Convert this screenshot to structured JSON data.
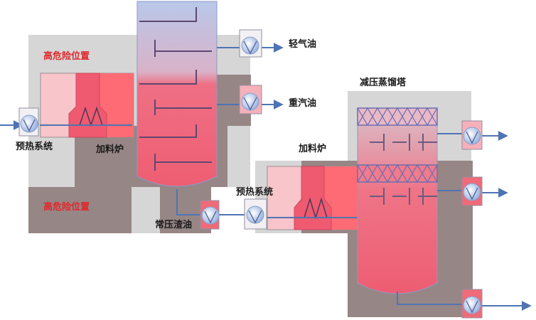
{
  "labels": {
    "danger_zone_1": "高危险位置",
    "danger_zone_2": "高危险位置",
    "preheat_1": "预热系统",
    "furnace_1": "加料炉",
    "light_oil": "轻气油",
    "heavy_oil": "重汽油",
    "atm_residue": "常压渣油",
    "preheat_2": "预热系统",
    "furnace_2": "加料炉",
    "vacuum_tower": "减压蒸馏塔"
  },
  "colors": {
    "zone_gray": "#d6d6d6",
    "zone_dark": "#978686",
    "hot_red": "#f05a6e",
    "pipe_blue": "#4f74b3",
    "label_red": "#e0282a"
  }
}
